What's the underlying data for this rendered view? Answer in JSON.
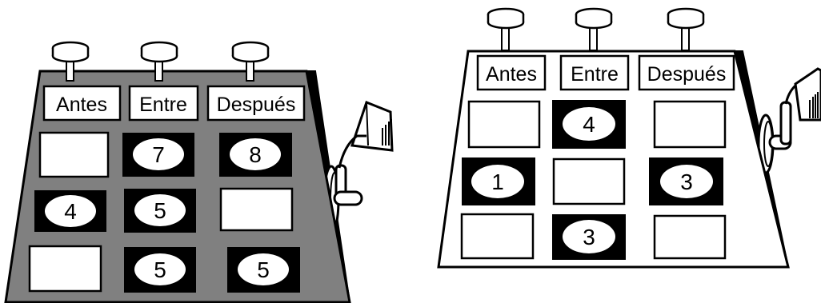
{
  "machines": [
    {
      "body_color": "#808080",
      "headers": [
        "Antes",
        "Entre",
        "Después"
      ],
      "rows": [
        [
          {
            "filled": false,
            "value": ""
          },
          {
            "filled": true,
            "value": "7"
          },
          {
            "filled": true,
            "value": "8"
          }
        ],
        [
          {
            "filled": true,
            "value": "4"
          },
          {
            "filled": true,
            "value": "5"
          },
          {
            "filled": false,
            "value": ""
          }
        ],
        [
          {
            "filled": false,
            "value": ""
          },
          {
            "filled": true,
            "value": "5"
          },
          {
            "filled": true,
            "value": "5"
          }
        ]
      ]
    },
    {
      "body_color": "#ffffff",
      "headers": [
        "Antes",
        "Entre",
        "Después"
      ],
      "rows": [
        [
          {
            "filled": false,
            "value": ""
          },
          {
            "filled": true,
            "value": "4"
          },
          {
            "filled": false,
            "value": ""
          }
        ],
        [
          {
            "filled": true,
            "value": "1"
          },
          {
            "filled": false,
            "value": ""
          },
          {
            "filled": true,
            "value": "3"
          }
        ],
        [
          {
            "filled": false,
            "value": ""
          },
          {
            "filled": true,
            "value": "3"
          },
          {
            "filled": false,
            "value": ""
          }
        ]
      ]
    }
  ]
}
